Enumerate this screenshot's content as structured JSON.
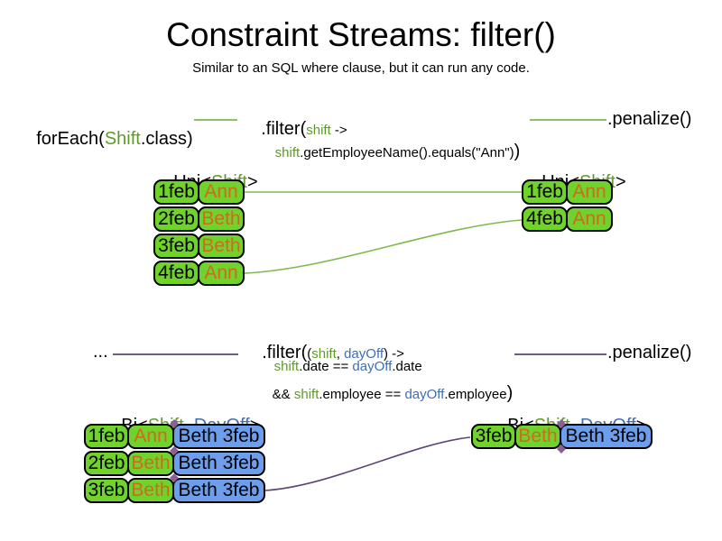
{
  "title": "Constraint Streams: filter()",
  "subtitle": "Similar to an SQL where clause, but it can run any code.",
  "colors": {
    "green_fill": "#6fd32c",
    "blue_fill": "#6d9eeb",
    "green_text": "#5d9b27",
    "blue_text": "#3d6eb5",
    "orange_text": "#d2691e",
    "line_green": "#7fb94e",
    "line_purple": "#5e4473",
    "junction_purple": "#8a5f96"
  },
  "code": {
    "top": {
      "source": [
        "forEach(",
        "Shift",
        ".class)"
      ],
      "filter1": [
        ".filter(",
        "shift",
        " ->"
      ],
      "filter2": [
        "shift",
        ".getEmployeeName().equals(\"Ann\")",
        ")"
      ],
      "penalize": ".penalize()"
    },
    "bottom": {
      "source": "...",
      "filter1": [
        ".filter(",
        "(",
        "shift",
        ", ",
        "dayOff",
        ") ->"
      ],
      "filter2": [
        "shift",
        ".date == ",
        "dayOff",
        ".date"
      ],
      "filter3": [
        "&& ",
        "shift",
        ".employee == ",
        "dayOff",
        ".employee",
        ")"
      ],
      "penalize": ".penalize()"
    }
  },
  "headers": {
    "uni_source": [
      "Uni<",
      "Shift",
      ">"
    ],
    "uni_filtered": [
      "Uni<",
      "Shift",
      ">"
    ],
    "bi_source": [
      "Bi<",
      "Shift",
      ", ",
      "DayOff",
      ">"
    ],
    "bi_filtered": [
      "Bi<",
      "Shift",
      ", ",
      "DayOff",
      ">"
    ]
  },
  "tables": {
    "uni_source": {
      "rows": [
        [
          "1feb",
          "Ann"
        ],
        [
          "2feb",
          "Beth"
        ],
        [
          "3feb",
          "Beth"
        ],
        [
          "4feb",
          "Ann"
        ]
      ]
    },
    "uni_filtered": {
      "rows": [
        [
          "1feb",
          "Ann"
        ],
        [
          "4feb",
          "Ann"
        ]
      ]
    },
    "bi_source": {
      "rows": [
        [
          "1feb",
          "Ann",
          "Beth 3feb"
        ],
        [
          "2feb",
          "Beth",
          "Beth 3feb"
        ],
        [
          "3feb",
          "Beth",
          "Beth 3feb"
        ]
      ]
    },
    "bi_filtered": {
      "rows": [
        [
          "3feb",
          "Beth",
          "Beth 3feb"
        ]
      ]
    }
  }
}
